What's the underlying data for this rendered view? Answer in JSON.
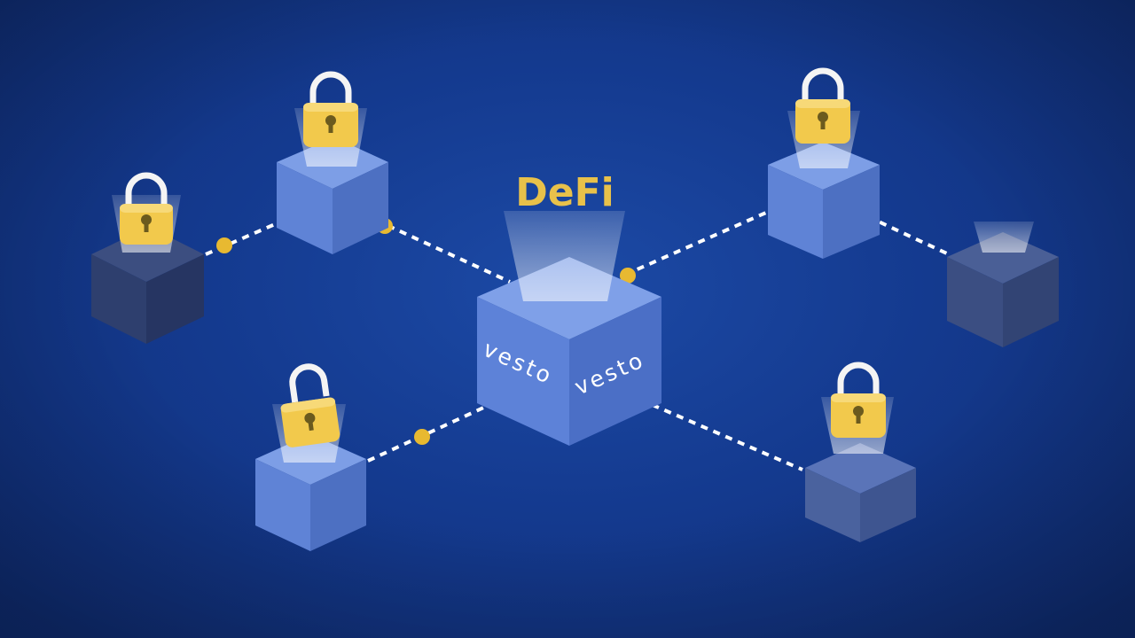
{
  "center": {
    "title": "DeFi",
    "brand_left": "vesto",
    "brand_right": "vesto"
  },
  "colors": {
    "background": "#143a8f",
    "cube_bright": "#6f93e0",
    "cube_mid": "#4f72c4",
    "cube_dim": "#33497f",
    "lock_gold": "#f2c94c",
    "dot_gold": "#e8b931",
    "link_white": "#ffffff"
  },
  "nodes": [
    {
      "id": "top-left-locked",
      "icon": "lock-icon"
    },
    {
      "id": "far-left-locked",
      "icon": "lock-icon"
    },
    {
      "id": "top-right-locked",
      "icon": "lock-icon"
    },
    {
      "id": "far-right-empty",
      "icon": "none"
    },
    {
      "id": "bottom-left-unlocked",
      "icon": "unlocked-lock-icon"
    },
    {
      "id": "bottom-right-locked",
      "icon": "lock-icon"
    }
  ]
}
